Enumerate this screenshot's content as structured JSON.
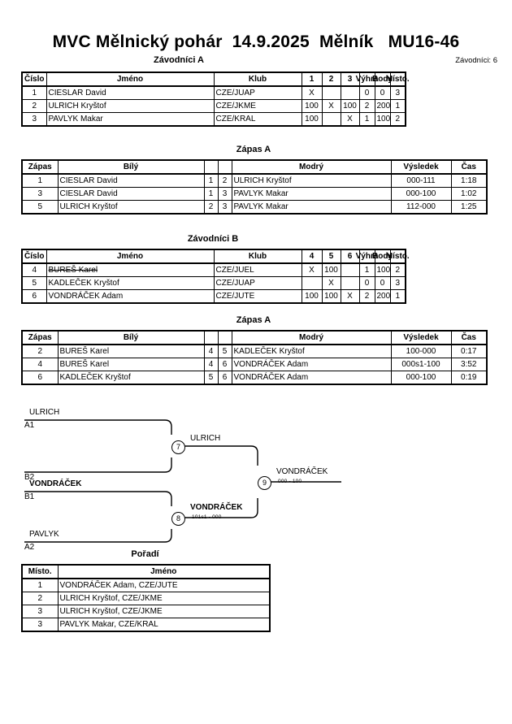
{
  "header": {
    "title": "MVC Mělnický pohár  14.9.2025  Mělník   MU16-46",
    "pool_caption": "Závodníci A",
    "entrants": "Závodníci: 6"
  },
  "pool_a": {
    "caption": "Závodníci A",
    "columns": {
      "cislo": "Číslo",
      "jmeno": "Jméno",
      "klub": "Klub",
      "m1": "1",
      "m2": "2",
      "m3": "3",
      "vyhra": "Výhra",
      "body": "Body",
      "misto": "Místo."
    },
    "rows": [
      {
        "cislo": "1",
        "jmeno": "CIESLAR David",
        "strike": false,
        "klub": "CZE/JUAP",
        "g1": "X",
        "g2": "",
        "g3": "",
        "vyhra": "0",
        "body": "0",
        "misto": "3"
      },
      {
        "cislo": "2",
        "jmeno": "ULRICH Kryštof",
        "strike": false,
        "klub": "CZE/JKME",
        "g1": "100",
        "g2": "X",
        "g3": "100",
        "vyhra": "2",
        "body": "200",
        "misto": "1"
      },
      {
        "cislo": "3",
        "jmeno": "PAVLYK Makar",
        "strike": false,
        "klub": "CZE/KRAL",
        "g1": "100",
        "g2": "",
        "g3": "X",
        "vyhra": "1",
        "body": "100",
        "misto": "2"
      }
    ]
  },
  "matches_a": {
    "caption": "Zápas A",
    "columns": {
      "zapas": "Zápas",
      "bily": "Bílý",
      "n1": "",
      "n2": "",
      "modry": "Modrý",
      "vysledek": "Výsledek",
      "cas": "Čas"
    },
    "rows": [
      {
        "zapas": "1",
        "bily": "CIESLAR David",
        "bily_bold": false,
        "n1": "1",
        "n2": "2",
        "modry": "ULRICH Kryštof",
        "modry_bold": true,
        "vysledek": "000-111",
        "cas": "1:18"
      },
      {
        "zapas": "3",
        "bily": "CIESLAR David",
        "bily_bold": false,
        "n1": "1",
        "n2": "3",
        "modry": "PAVLYK Makar",
        "modry_bold": true,
        "vysledek": "000-100",
        "cas": "1:02"
      },
      {
        "zapas": "5",
        "bily": "ULRICH Kryštof",
        "bily_bold": true,
        "n1": "2",
        "n2": "3",
        "modry": "PAVLYK Makar",
        "modry_bold": false,
        "vysledek": "112-000",
        "cas": "1:25"
      }
    ]
  },
  "pool_b": {
    "caption": "Závodníci B",
    "columns": {
      "cislo": "Číslo",
      "jmeno": "Jméno",
      "klub": "Klub",
      "m1": "4",
      "m2": "5",
      "m3": "6",
      "vyhra": "Výhra",
      "body": "Body",
      "misto": "Místo."
    },
    "rows": [
      {
        "cislo": "4",
        "jmeno": "BUREŠ Karel",
        "strike": true,
        "klub": "CZE/JUEL",
        "g1": "X",
        "g2": "100",
        "g3": "",
        "vyhra": "1",
        "body": "100",
        "misto": "2"
      },
      {
        "cislo": "5",
        "jmeno": "KADLEČEK Kryštof",
        "strike": false,
        "klub": "CZE/JUAP",
        "g1": "",
        "g2": "X",
        "g3": "",
        "vyhra": "0",
        "body": "0",
        "misto": "3"
      },
      {
        "cislo": "6",
        "jmeno": "VONDRÁČEK Adam",
        "strike": false,
        "klub": "CZE/JUTE",
        "g1": "100",
        "g2": "100",
        "g3": "X",
        "vyhra": "2",
        "body": "200",
        "misto": "1"
      }
    ]
  },
  "matches_b": {
    "caption": "Zápas A",
    "columns": {
      "zapas": "Zápas",
      "bily": "Bílý",
      "n1": "",
      "n2": "",
      "modry": "Modrý",
      "vysledek": "Výsledek",
      "cas": "Čas"
    },
    "rows": [
      {
        "zapas": "2",
        "bily": "BUREŠ Karel",
        "bily_bold": true,
        "n1": "4",
        "n2": "5",
        "modry": "KADLEČEK Kryštof",
        "modry_bold": false,
        "vysledek": "100-000",
        "cas": "0:17"
      },
      {
        "zapas": "4",
        "bily": "BUREŠ Karel",
        "bily_bold": false,
        "n1": "4",
        "n2": "6",
        "modry": "VONDRÁČEK Adam",
        "modry_bold": true,
        "vysledek": "000s1-100",
        "cas": "3:52"
      },
      {
        "zapas": "6",
        "bily": "KADLEČEK Kryštof",
        "bily_bold": false,
        "n1": "5",
        "n2": "6",
        "modry": "VONDRÁČEK Adam",
        "modry_bold": true,
        "vysledek": "000-100",
        "cas": "0:19"
      }
    ]
  },
  "bracket": {
    "slots": [
      {
        "name": "ULRICH",
        "bold": false,
        "seed": "A1"
      },
      {
        "name": "",
        "bold": false,
        "seed": "B2"
      },
      {
        "name": "VONDRÁČEK",
        "bold": true,
        "seed": "B1"
      },
      {
        "name": "PAVLYK",
        "bold": false,
        "seed": "A2"
      }
    ],
    "nodes": [
      {
        "number": "7",
        "winner": "ULRICH",
        "bold": false,
        "score": ""
      },
      {
        "number": "8",
        "winner": "VONDRÁČEK",
        "bold": true,
        "score": "101s1 - 000"
      },
      {
        "number": "9",
        "winner": "VONDRÁČEK",
        "bold": false,
        "score": "000 - 100"
      }
    ]
  },
  "standings": {
    "caption": "Pořadí",
    "columns": {
      "misto": "Místo.",
      "jmeno": "Jméno"
    },
    "rows": [
      {
        "misto": "1",
        "jmeno": "VONDRÁČEK Adam, CZE/JUTE"
      },
      {
        "misto": "2",
        "jmeno": "ULRICH Kryštof, CZE/JKME"
      },
      {
        "misto": "3",
        "jmeno": "ULRICH Kryštof, CZE/JKME"
      },
      {
        "misto": "3",
        "jmeno": "PAVLYK Makar, CZE/KRAL"
      }
    ]
  }
}
